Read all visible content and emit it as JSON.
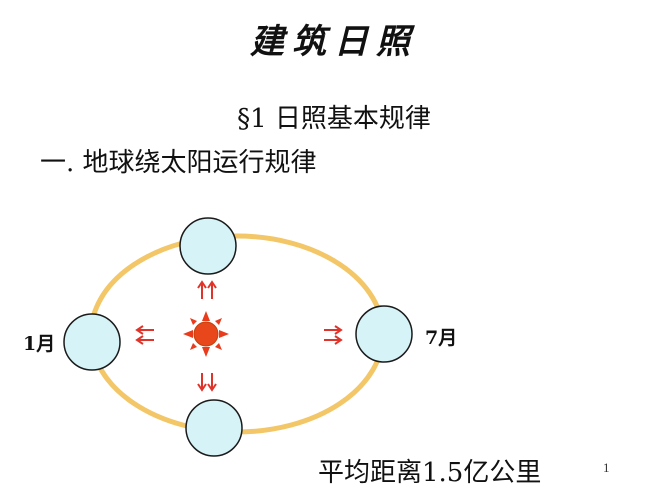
{
  "title": "建筑日照",
  "section": "§1  日照基本规律",
  "subsection": "一. 地球绕太阳运行规律",
  "labels": {
    "january": "1月",
    "july": "7月"
  },
  "distance_text": "平均距离1.5亿公里",
  "page_number": "1",
  "colors": {
    "orbit": "#f3c667",
    "earth_fill": "#d6f3f7",
    "earth_stroke": "#1a1a1a",
    "arrow": "#e0342b",
    "sun": "#e8461b",
    "sun_rays": "#ea3b1c"
  }
}
